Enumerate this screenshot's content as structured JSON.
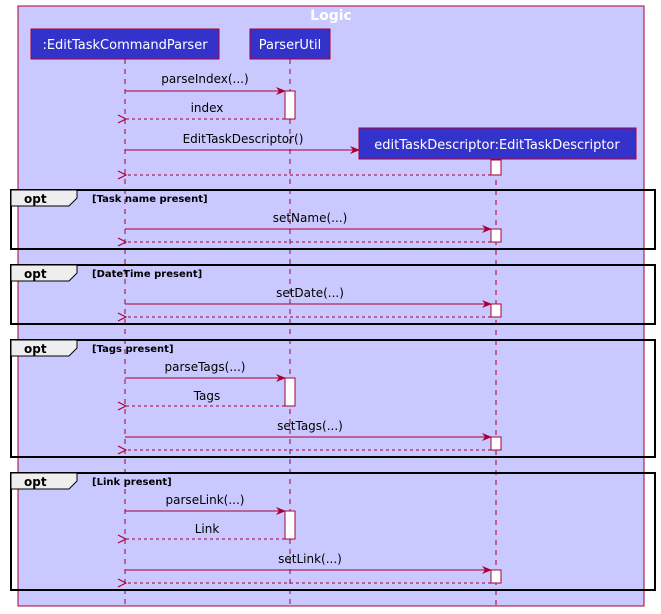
{
  "box_title": "Logic",
  "colors": {
    "box_fill": "#c9c9ff",
    "box_stroke": "#a80036",
    "participant_fill": "#3333cc",
    "participant_text": "#ffffff",
    "arrow": "#a80036",
    "frame": "#000000"
  },
  "participants": [
    {
      "id": "parser",
      "label": ":EditTaskCommandParser"
    },
    {
      "id": "util",
      "label": "ParserUtil"
    },
    {
      "id": "desc",
      "label": "editTaskDescriptor:EditTaskDescriptor"
    }
  ],
  "messages": [
    {
      "label": "parseIndex(...)"
    },
    {
      "label": "index"
    },
    {
      "label": "EditTaskDescriptor()"
    },
    {
      "label": ""
    },
    {
      "label": "setName(...)"
    },
    {
      "label": ""
    },
    {
      "label": "setDate(...)"
    },
    {
      "label": ""
    },
    {
      "label": "parseTags(...)"
    },
    {
      "label": "Tags"
    },
    {
      "label": "setTags(...)"
    },
    {
      "label": ""
    },
    {
      "label": "parseLink(...)"
    },
    {
      "label": "Link"
    },
    {
      "label": "setLink(...)"
    },
    {
      "label": ""
    }
  ],
  "fragments": [
    {
      "keyword": "opt",
      "guard": "[Task name present]"
    },
    {
      "keyword": "opt",
      "guard": "[DateTime present]"
    },
    {
      "keyword": "opt",
      "guard": "[Tags present]"
    },
    {
      "keyword": "opt",
      "guard": "[Link present]"
    }
  ]
}
